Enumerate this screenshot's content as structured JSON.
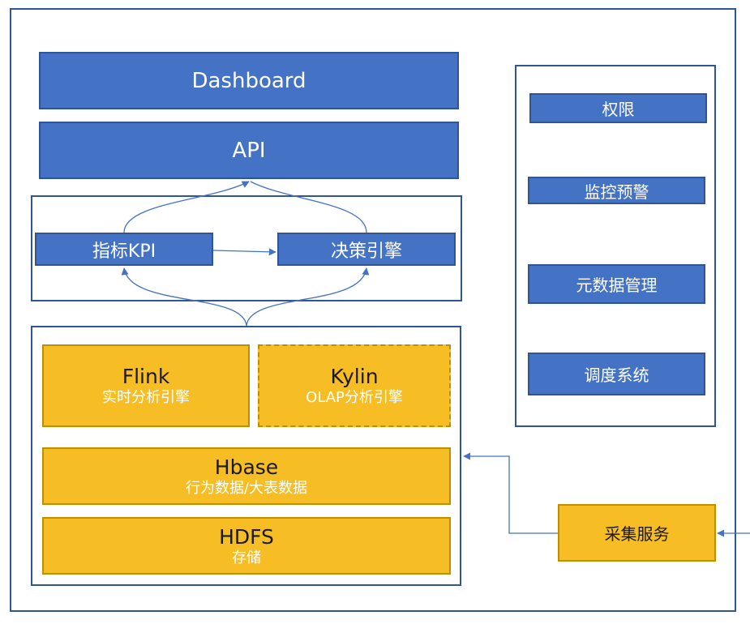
{
  "layers": {
    "dashboard": "Dashboard",
    "api": "API"
  },
  "engines": {
    "kpi": "指标KPI",
    "decision": "决策引擎"
  },
  "compute": {
    "flink": {
      "title": "Flink",
      "subtitle": "实时分析引擎"
    },
    "kylin": {
      "title": "Kylin",
      "subtitle": "OLAP分析引擎"
    },
    "hbase": {
      "title": "Hbase",
      "subtitle": "行为数据/大表数据"
    },
    "hdfs": {
      "title": "HDFS",
      "subtitle": "存储"
    }
  },
  "side_panel": {
    "items": [
      "权限",
      "监控预警",
      "元数据管理",
      "调度系统"
    ]
  },
  "collector": "采集服务",
  "colors": {
    "blue_fill": "#4472c4",
    "blue_border": "#2f5597",
    "gold_fill": "#f6bd24",
    "gold_border": "#bf8f00",
    "connector": "#4472c4"
  }
}
